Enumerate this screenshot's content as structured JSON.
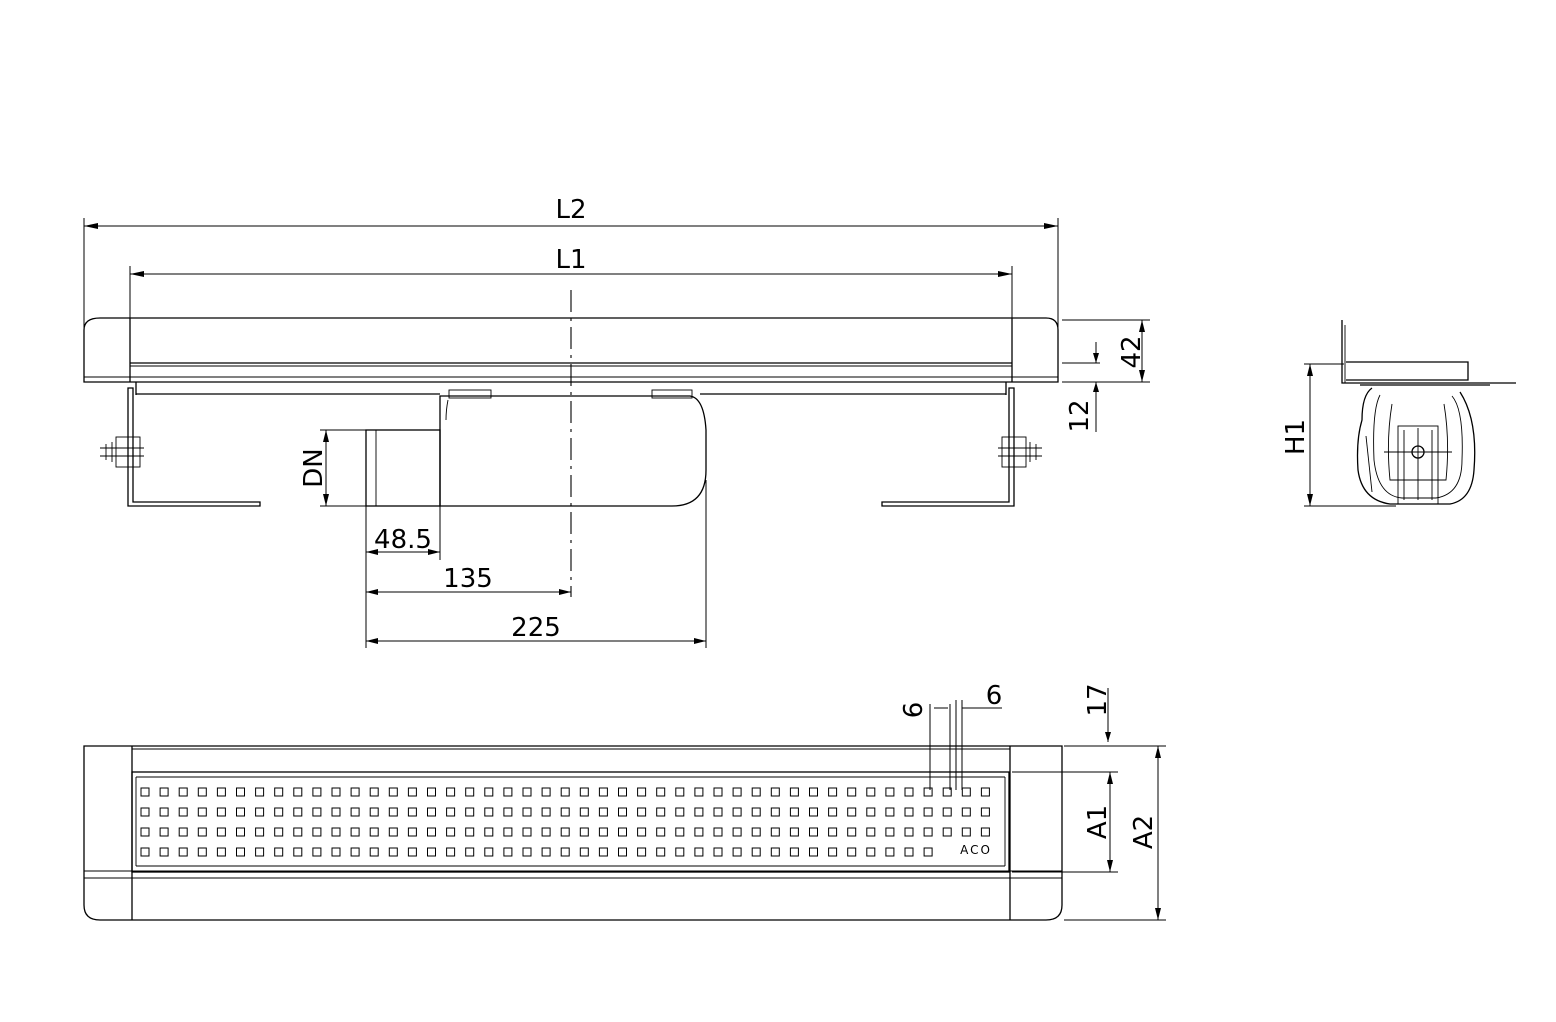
{
  "dimensions": {
    "overall_length": "L2",
    "channel_length": "L1",
    "height_total": "42",
    "flange_offset": "12",
    "outlet_diameter": "DN",
    "outlet_spigot": "48.5",
    "outlet_center": "135",
    "outlet_body": "225",
    "side_height": "H1",
    "gap_1": "6",
    "gap_2": "6",
    "flange_width": "17",
    "grate_width": "A1",
    "overall_width": "A2"
  },
  "grate": {
    "brand": "ACO",
    "rows": 4,
    "cols": 45
  }
}
